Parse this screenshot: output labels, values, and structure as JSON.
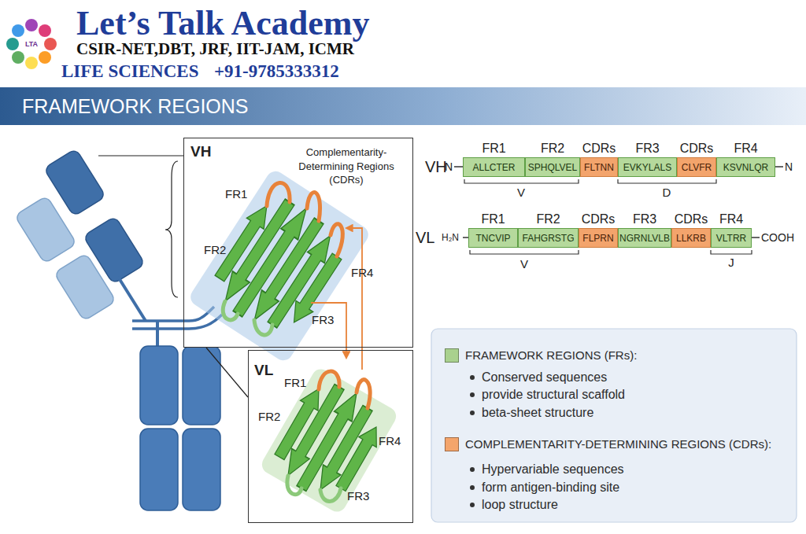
{
  "diagram": {
    "title": "FRAMEWORK REGIONS",
    "nodes": [
      {
        "text": [
          "VH",
          "Complementarity-Determining Regions (CDRs)",
          "FR1",
          "FR2",
          "FR4",
          "FR3"
        ]
      },
      {
        "text": [
          "VL",
          "FR1",
          "FR2",
          "FR4",
          "FR3"
        ]
      },
      {
        "text": [
          "FR1",
          "ALLCTER"
        ]
      },
      {
        "text": [
          "FR2",
          "SPHQLVEL"
        ]
      },
      {
        "text": [
          "CDRs",
          "FLTNN"
        ]
      },
      {
        "text": [
          "FR3",
          "EVKYLALS"
        ]
      },
      {
        "text": [
          "CDRs",
          "CLVFR"
        ]
      },
      {
        "text": [
          "FR4",
          "KSVNLQR"
        ]
      },
      {
        "text": [
          "FR1",
          "TNCVIP"
        ]
      },
      {
        "text": [
          "FR2",
          "FAHGRSTG"
        ]
      },
      {
        "text": [
          "CDRs",
          "FLPRN"
        ]
      },
      {
        "text": [
          "FR3",
          "NGRNLVLB"
        ]
      },
      {
        "text": [
          "CDRs",
          "LLKRB"
        ]
      },
      {
        "text": [
          "FR4",
          "VLTRR"
        ]
      }
    ],
    "labels": [
      "Let’s Talk Academy",
      "CSIR-NET,DBT, JRF, IIT-JAM, ICMR",
      "LIFE SCIENCES",
      "+91-9785333312",
      "LTA",
      "VH",
      "N",
      "N",
      "V",
      "D",
      "VL",
      "H₂N",
      "COOH",
      "V",
      "J"
    ],
    "legend": [
      {
        "text": "FRAMEWORK REGIONS (FRs):",
        "color": "#a9d18e"
      },
      {
        "text": "Conserved sequences"
      },
      {
        "text": "provide structural scaffold"
      },
      {
        "text": "beta-sheet structure"
      },
      {
        "text": "COMPLEMENTARITY-DETERMINING REGIONS (CDRs):",
        "color": "#f4a56c"
      },
      {
        "text": "Hypervariable sequences"
      },
      {
        "text": "form antigen-binding site"
      },
      {
        "text": "loop structure"
      }
    ]
  }
}
